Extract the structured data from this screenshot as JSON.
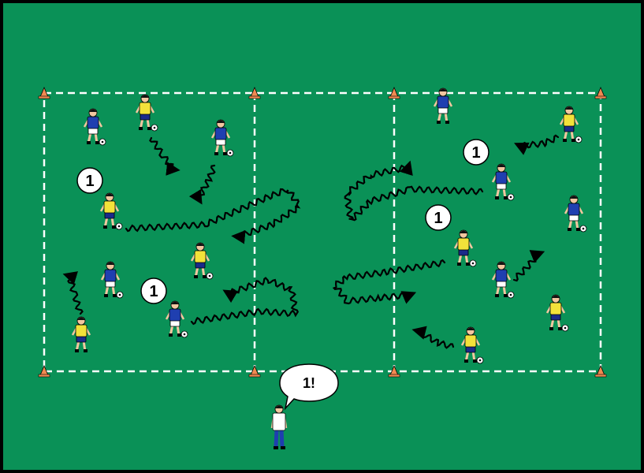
{
  "colors": {
    "pitch": "#0a9157",
    "border": "#000000",
    "lines": "#ffffff",
    "cone": "#f08a52",
    "team_blue": "#1f3fb0",
    "team_yellow": "#f2e23a",
    "shorts_blue": "#1a2a8a",
    "shorts_white": "#ffffff",
    "coach_shirt": "#ffffff",
    "coach_pants": "#1f3fb0",
    "arrow": "#000000"
  },
  "markers": [
    {
      "label": "1"
    },
    {
      "label": "1"
    },
    {
      "label": "1"
    },
    {
      "label": "1"
    }
  ],
  "coach": {
    "speech": "1!"
  },
  "icons": {
    "cone": "cone-icon",
    "player": "player-icon",
    "ball": "ball-icon",
    "dribble_arrow": "dribble-arrow-icon"
  }
}
